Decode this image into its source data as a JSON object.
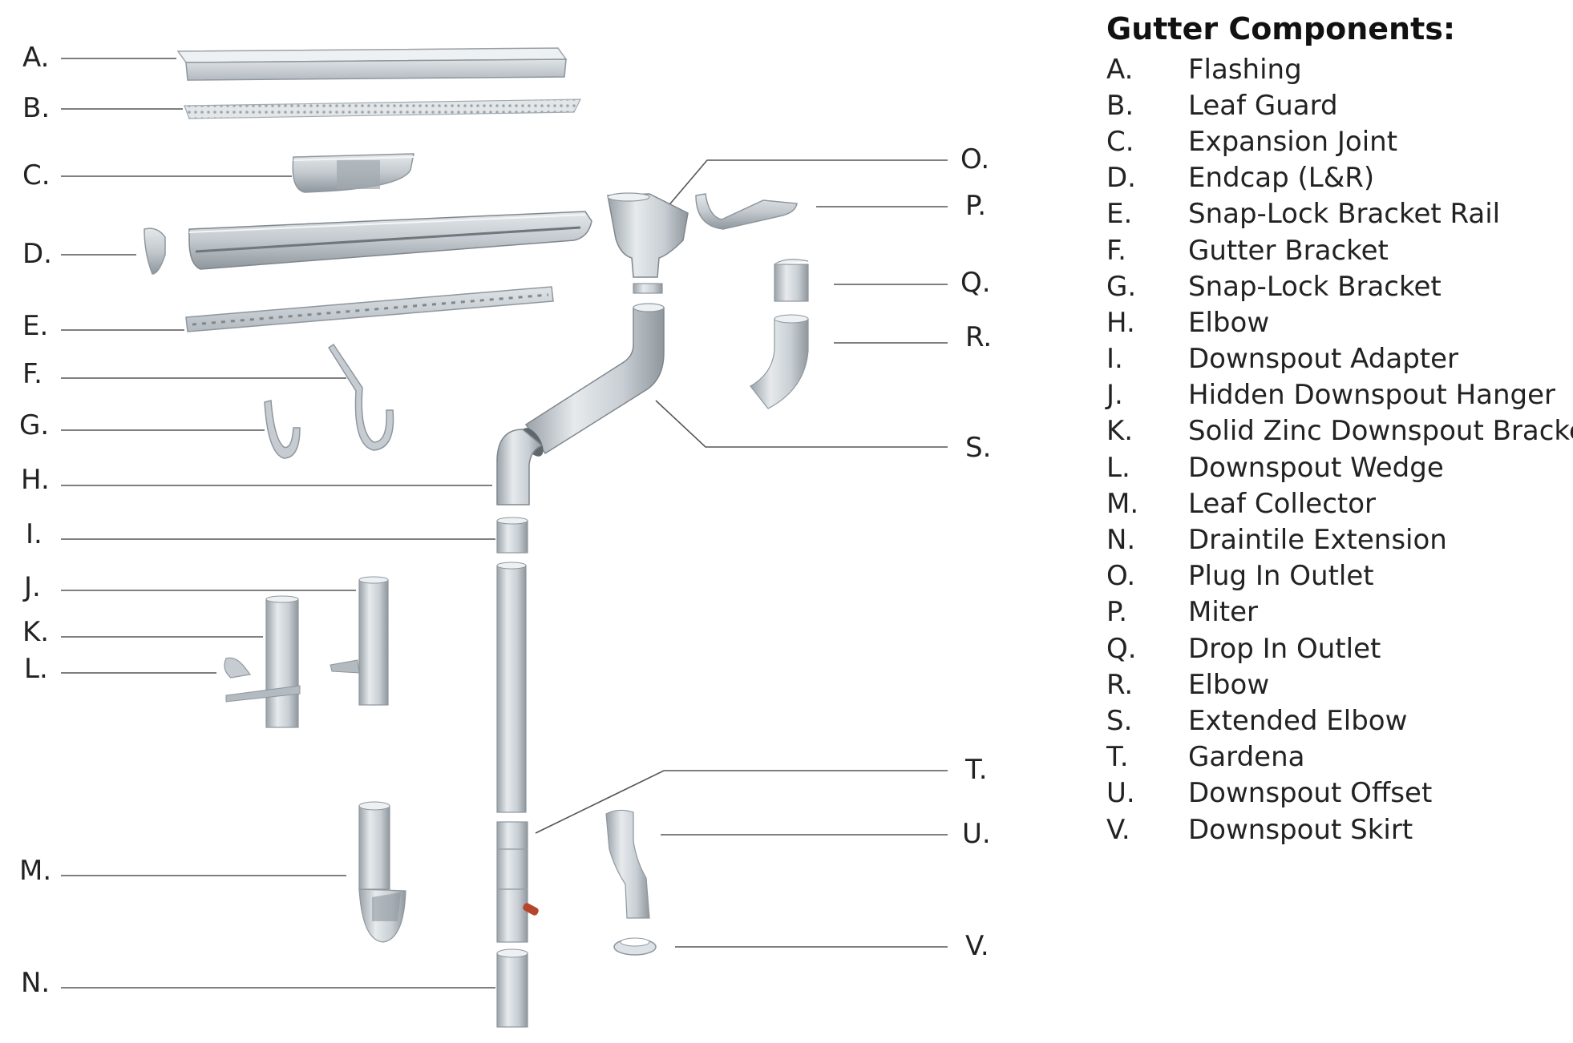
{
  "legend": {
    "title": "Gutter Components:",
    "items": [
      {
        "letter": "A.",
        "name": "Flashing"
      },
      {
        "letter": "B.",
        "name": "Leaf Guard"
      },
      {
        "letter": "C.",
        "name": "Expansion Joint"
      },
      {
        "letter": "D.",
        "name": "Endcap (L&R)"
      },
      {
        "letter": "E.",
        "name": "Snap-Lock Bracket Rail"
      },
      {
        "letter": "F.",
        "name": "Gutter Bracket"
      },
      {
        "letter": "G.",
        "name": "Snap-Lock Bracket"
      },
      {
        "letter": "H.",
        "name": "Elbow"
      },
      {
        "letter": "I.",
        "name": "Downspout Adapter"
      },
      {
        "letter": "J.",
        "name": "Hidden Downspout Hanger"
      },
      {
        "letter": "K.",
        "name": "Solid Zinc Downspout Bracket"
      },
      {
        "letter": "L.",
        "name": "Downspout Wedge"
      },
      {
        "letter": "M.",
        "name": "Leaf Collector"
      },
      {
        "letter": "N.",
        "name": "Draintile Extension"
      },
      {
        "letter": "O.",
        "name": "Plug In Outlet"
      },
      {
        "letter": "P.",
        "name": "Miter"
      },
      {
        "letter": "Q.",
        "name": "Drop In Outlet"
      },
      {
        "letter": "R.",
        "name": "Elbow"
      },
      {
        "letter": "S.",
        "name": "Extended Elbow"
      },
      {
        "letter": "T.",
        "name": "Gardena"
      },
      {
        "letter": "U.",
        "name": "Downspout Offset"
      },
      {
        "letter": "V.",
        "name": "Downspout Skirt"
      }
    ]
  },
  "diagram_labels": {
    "a": "A.",
    "b": "B.",
    "c": "C.",
    "d": "D.",
    "e": "E.",
    "f": "F.",
    "g": "G.",
    "h": "H.",
    "i": "I.",
    "j": "J.",
    "k": "K.",
    "l": "L.",
    "m": "M.",
    "n": "N.",
    "o": "O.",
    "p": "P.",
    "q": "Q.",
    "r": "R.",
    "s": "S.",
    "t": "T.",
    "u": "U.",
    "v": "V."
  },
  "colors": {
    "zinc_light": "#dde2e6",
    "zinc_mid": "#b9c0c6",
    "zinc_dark": "#8e979e",
    "gardena_accent": "#b5452c"
  }
}
